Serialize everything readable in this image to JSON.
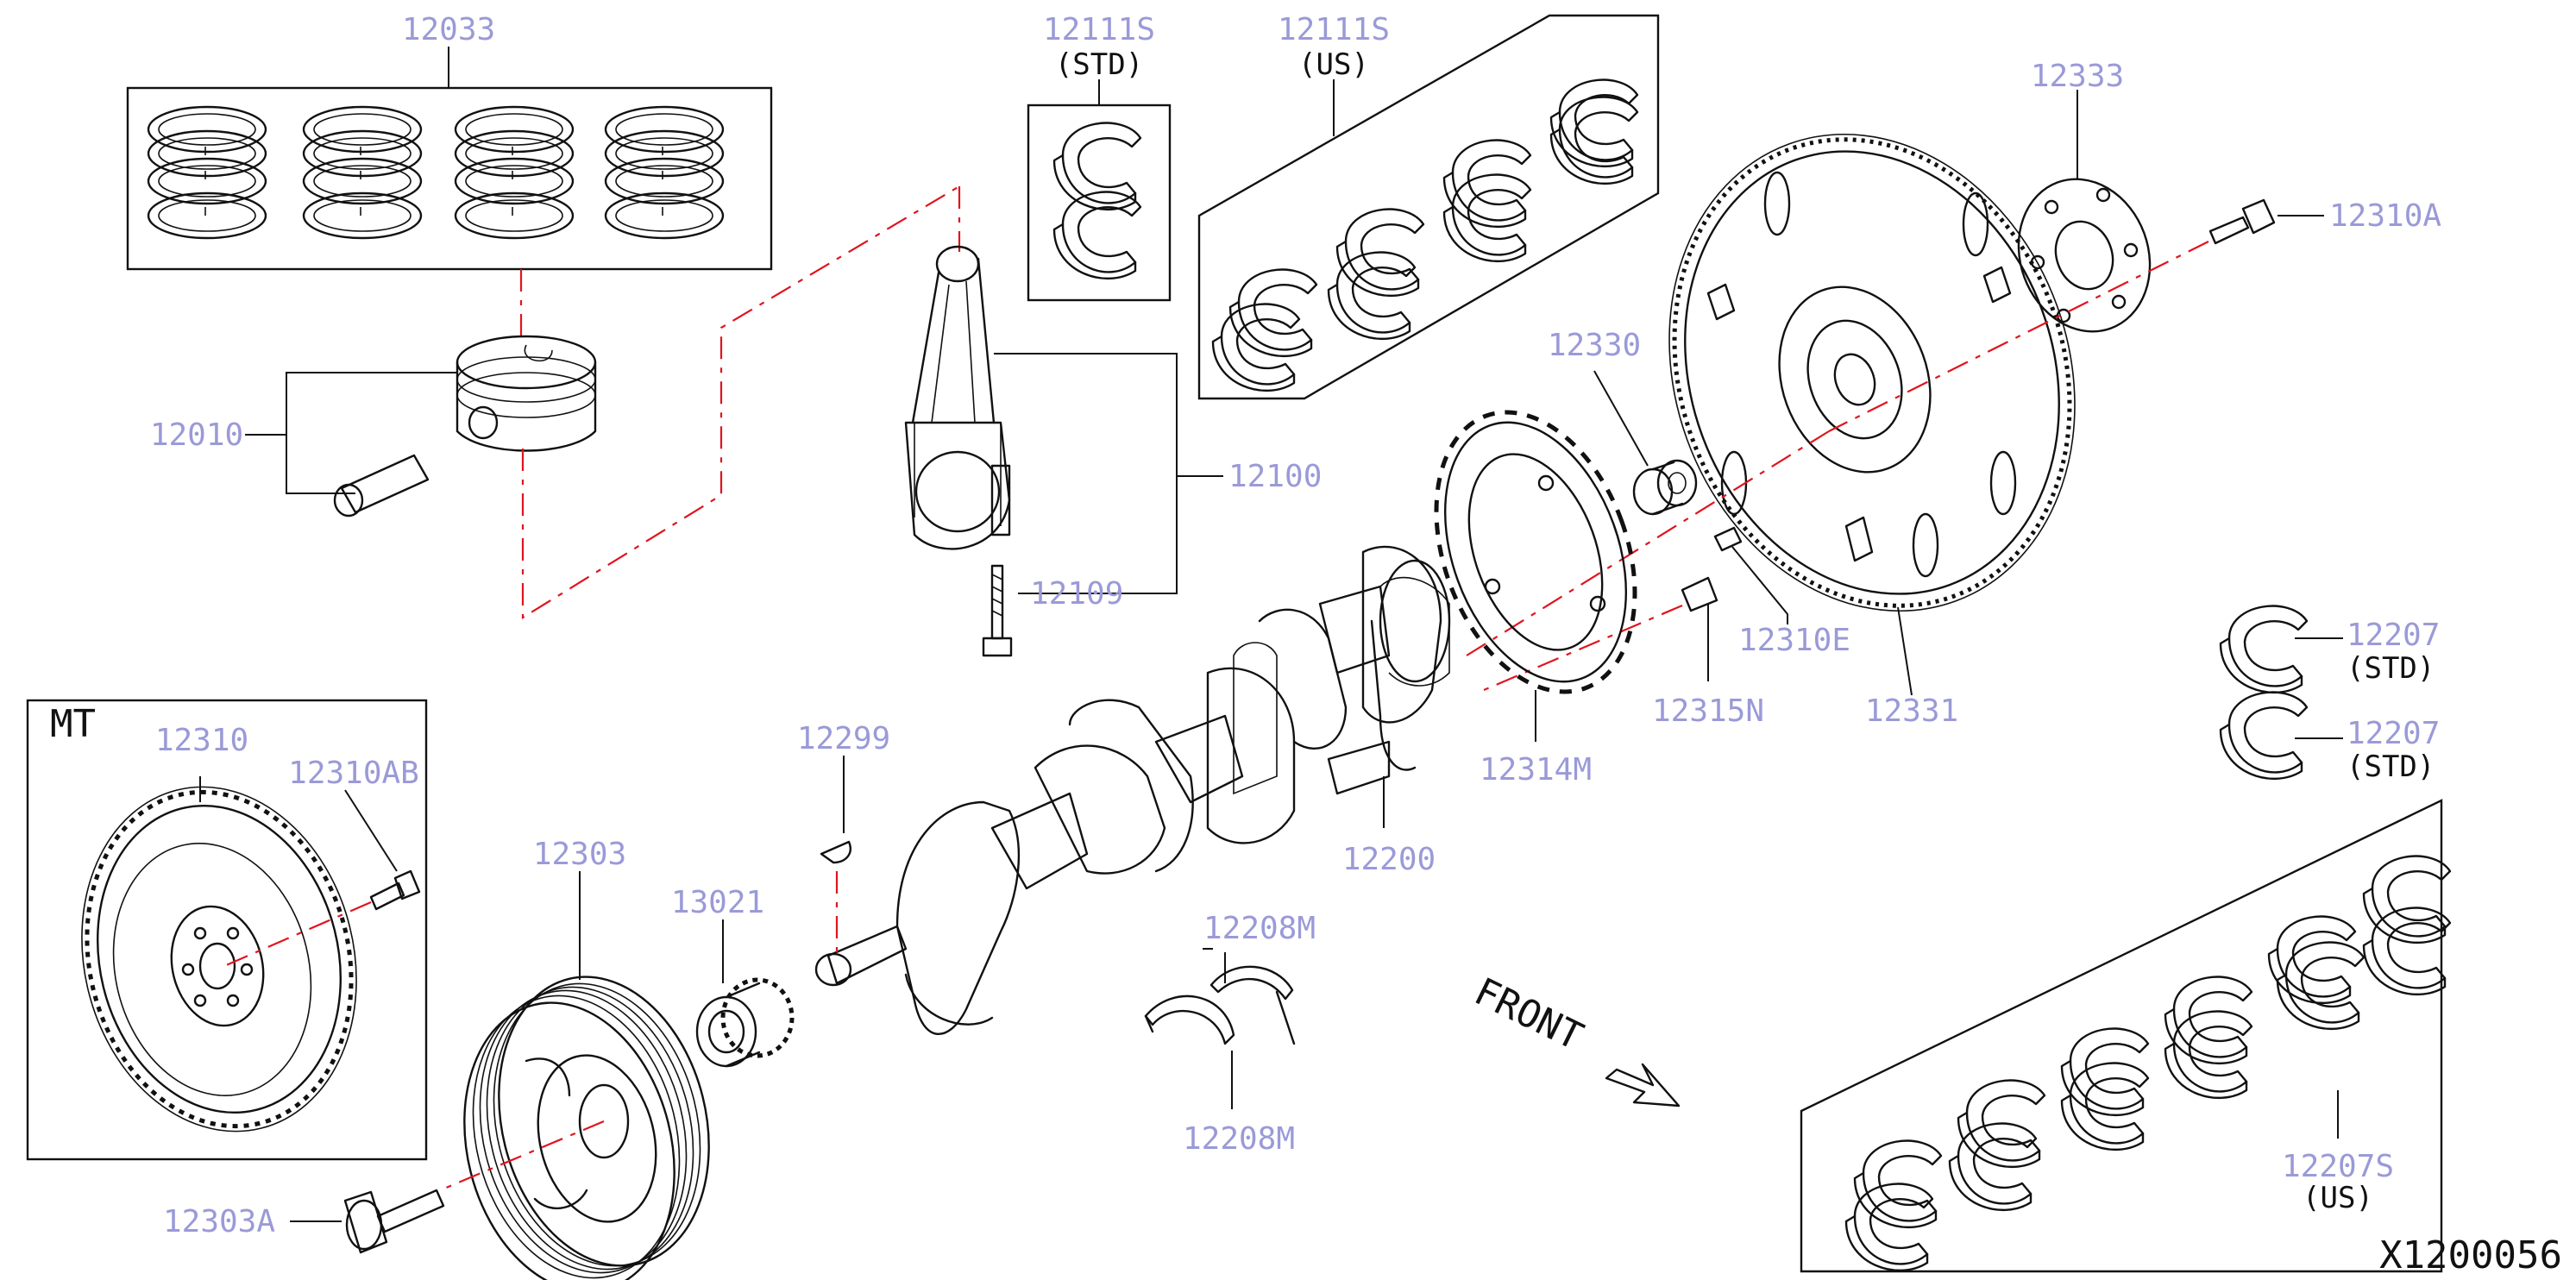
{
  "diagram": {
    "id": "X1200056",
    "front_label": "FRONT",
    "mt_label": "MT",
    "parts": {
      "p12033": "12033",
      "p12010": "12010",
      "p12111s_std": "12111S",
      "std1": "(STD)",
      "p12111s_us": "12111S",
      "us1": "(US)",
      "p12100": "12100",
      "p12109": "12109",
      "p12333": "12333",
      "p12310a": "12310A",
      "p12330": "12330",
      "p12310e": "12310E",
      "p12315n": "12315N",
      "p12331": "12331",
      "p12314m": "12314M",
      "p12200": "12200",
      "p12299": "12299",
      "p12207a": "12207",
      "std2": "(STD)",
      "p12207b": "12207",
      "std3": "(STD)",
      "p12310": "12310",
      "p12310ab": "12310AB",
      "p12303": "12303",
      "p13021": "13021",
      "p12208m_a": "12208M",
      "p12208m_b": "12208M",
      "p12303a": "12303A",
      "p12207s": "12207S",
      "us2": "(US)"
    }
  }
}
